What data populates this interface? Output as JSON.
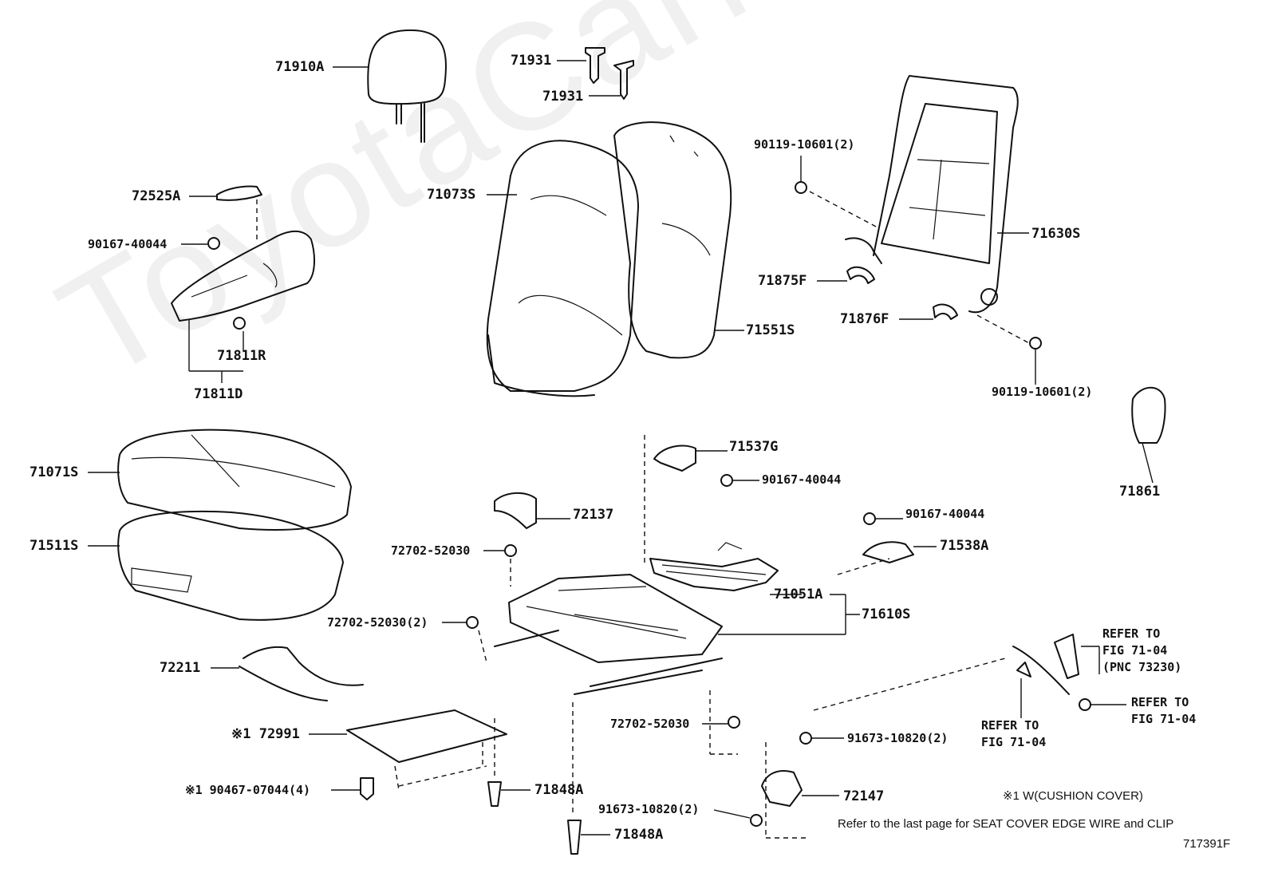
{
  "watermark": "ToyotaCarMine.ru",
  "parts": {
    "p71910A": "71910A",
    "p71931a": "71931",
    "p71931b": "71931",
    "p72525A": "72525A",
    "p71073S": "71073S",
    "p90119_top": "90119-10601(2)",
    "p90167_left": "90167-40044",
    "p71630S": "71630S",
    "p71875F": "71875F",
    "p71876F": "71876F",
    "p71551S": "71551S",
    "p71811R": "71811R",
    "p71811D": "71811D",
    "p90119_bottom": "90119-10601(2)",
    "p71537G": "71537G",
    "p90167_mid": "90167-40044",
    "p71071S": "71071S",
    "p71861": "71861",
    "p72137": "72137",
    "p90167_right": "90167-40044",
    "p71511S": "71511S",
    "p72702_a": "72702-52030",
    "p71538A": "71538A",
    "p71051A": "71051A",
    "p72702_b": "72702-52030(2)",
    "p71610S": "71610S",
    "refer1_a": "REFER TO",
    "refer1_b": "FIG 71-04",
    "refer1_c": "(PNC 73230)",
    "p72211": "72211",
    "refer2_a": "REFER TO",
    "refer2_b": "FIG 71-04",
    "refer3_a": "REFER TO",
    "refer3_b": "FIG 71-04",
    "p72991": "※1 72991",
    "p72702_c": "72702-52030",
    "p91673_a": "91673-10820(2)",
    "p90467": "※1 90467-07044(4)",
    "p71848A_a": "71848A",
    "p72147": "72147",
    "p91673_b": "91673-10820(2)",
    "p71848A_b": "71848A"
  },
  "notes": {
    "cushion": "※1 W(CUSHION COVER)",
    "refer": "Refer to the last page for SEAT COVER EDGE WIRE and CLIP",
    "code": "717391F"
  }
}
